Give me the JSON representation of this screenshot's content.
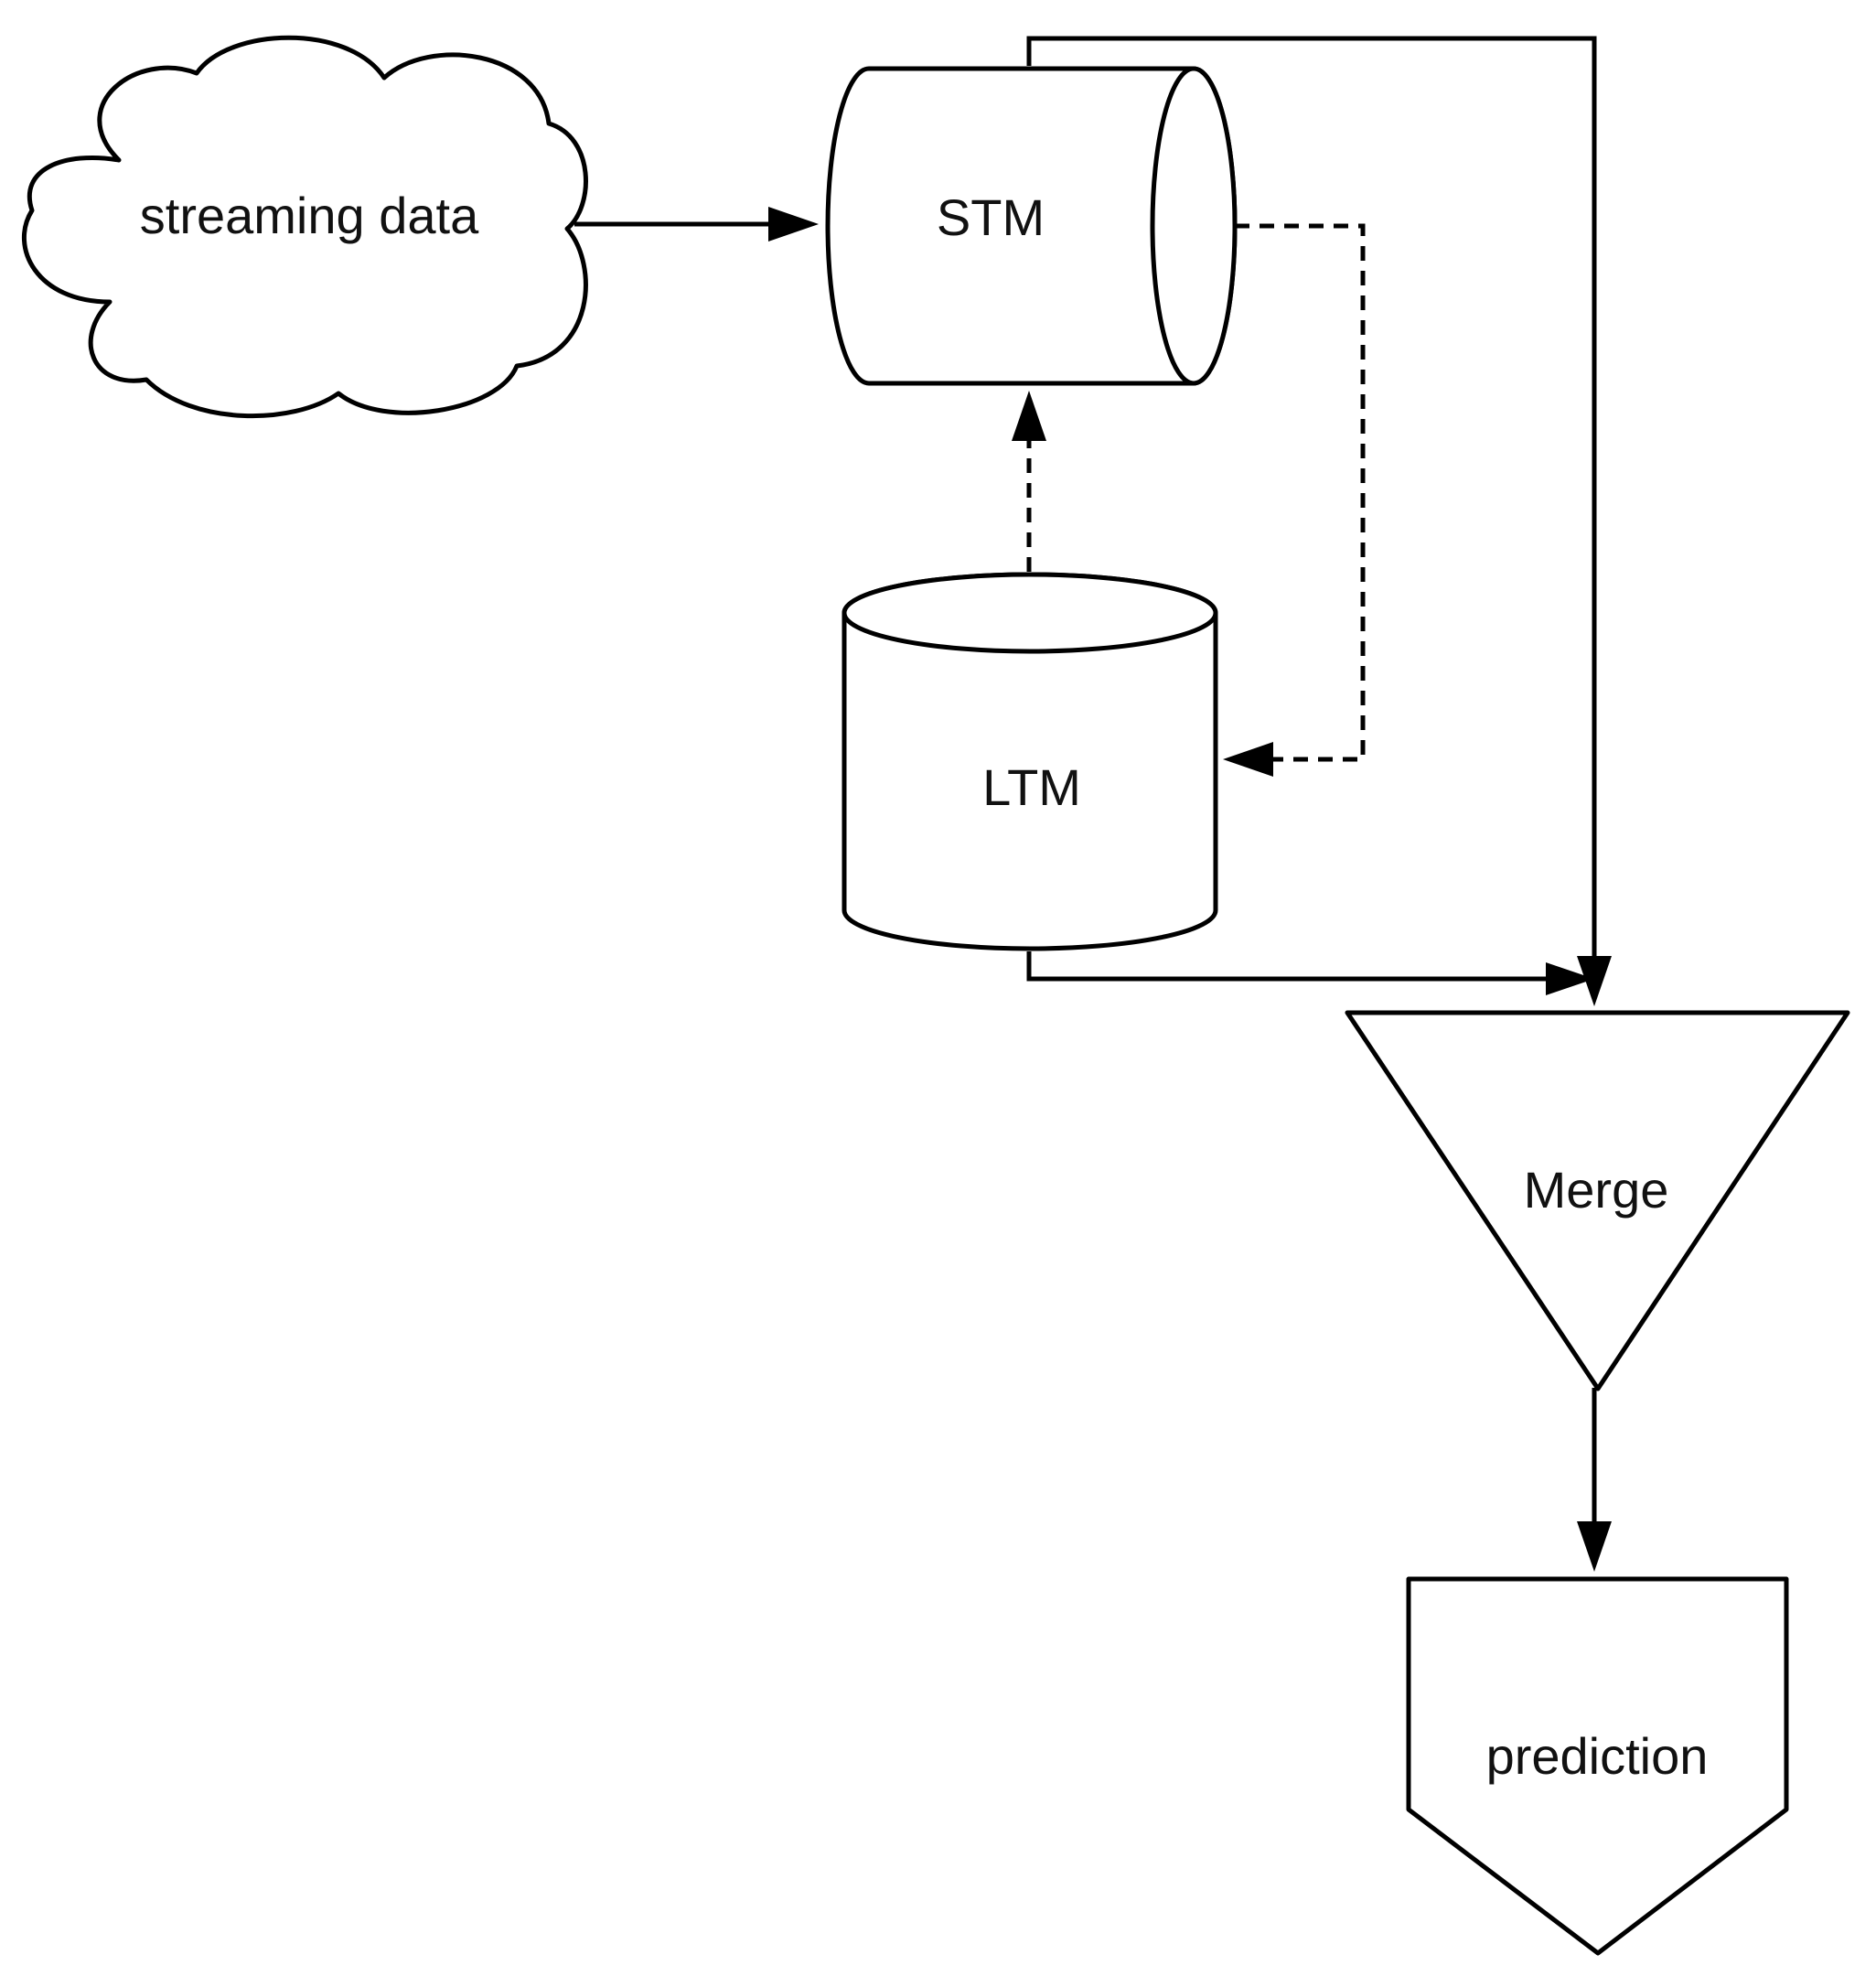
{
  "nodes": {
    "streaming_data": {
      "label": "streaming data",
      "shape": "cloud"
    },
    "stm": {
      "label": "STM",
      "shape": "horizontal-cylinder"
    },
    "ltm": {
      "label": "LTM",
      "shape": "vertical-cylinder"
    },
    "merge": {
      "label": "Merge",
      "shape": "inverted-triangle"
    },
    "prediction": {
      "label": "prediction",
      "shape": "pentagon-down"
    }
  },
  "edges": [
    {
      "from": "streaming_data",
      "to": "stm",
      "style": "solid"
    },
    {
      "from": "stm",
      "to": "ltm",
      "style": "dashed"
    },
    {
      "from": "ltm",
      "to": "stm",
      "style": "dashed"
    },
    {
      "from": "stm",
      "to": "merge",
      "style": "solid"
    },
    {
      "from": "ltm",
      "to": "merge",
      "style": "solid"
    },
    {
      "from": "merge",
      "to": "prediction",
      "style": "solid"
    }
  ],
  "colors": {
    "stroke": "#000000",
    "fill": "#ffffff",
    "text": "#111111"
  }
}
